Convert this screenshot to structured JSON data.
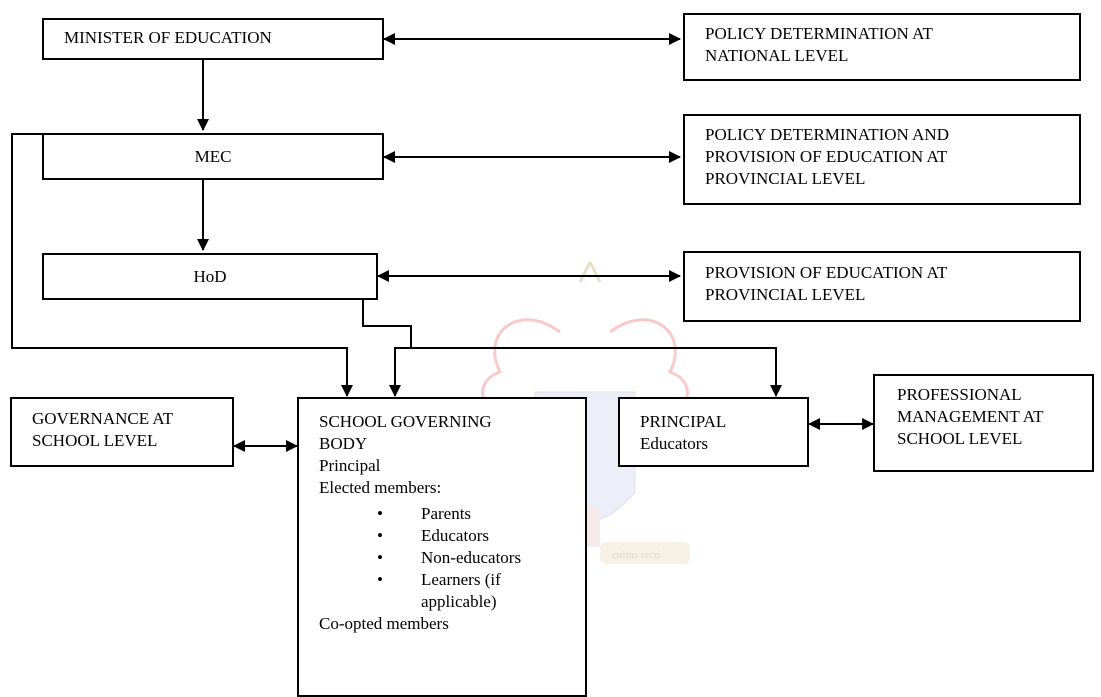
{
  "boxes": {
    "minister": "MINISTER OF EDUCATION",
    "mec": "MEC",
    "hod": "HoD",
    "policy_national": [
      "POLICY DETERMINATION AT",
      "NATIONAL LEVEL"
    ],
    "policy_provincial": [
      "POLICY DETERMINATION AND",
      "PROVISION OF EDUCATION AT",
      "PROVINCIAL LEVEL"
    ],
    "provision_provincial": [
      "PROVISION OF EDUCATION AT",
      "PROVINCIAL LEVEL"
    ],
    "governance_school": [
      "GOVERNANCE AT",
      "SCHOOL LEVEL"
    ],
    "sgb": {
      "title": [
        "SCHOOL GOVERNING",
        "BODY"
      ],
      "principal": "Principal",
      "elected_label": "Elected members:",
      "elected": [
        "Parents",
        "Educators",
        "Non-educators",
        "Learners (if",
        "applicable)"
      ],
      "coopted": "Co-opted members"
    },
    "principal_box": [
      "PRINCIPAL",
      "Educators"
    ],
    "professional": [
      "PROFESSIONAL",
      "MANAGEMENT AT",
      "SCHOOL LEVEL"
    ]
  },
  "watermark_motto": "cultus recti",
  "colors": {
    "line": "#000000",
    "watermark_red": "#e23c3c",
    "watermark_blue": "#3b4aa0",
    "watermark_gold": "#d8b86a"
  }
}
